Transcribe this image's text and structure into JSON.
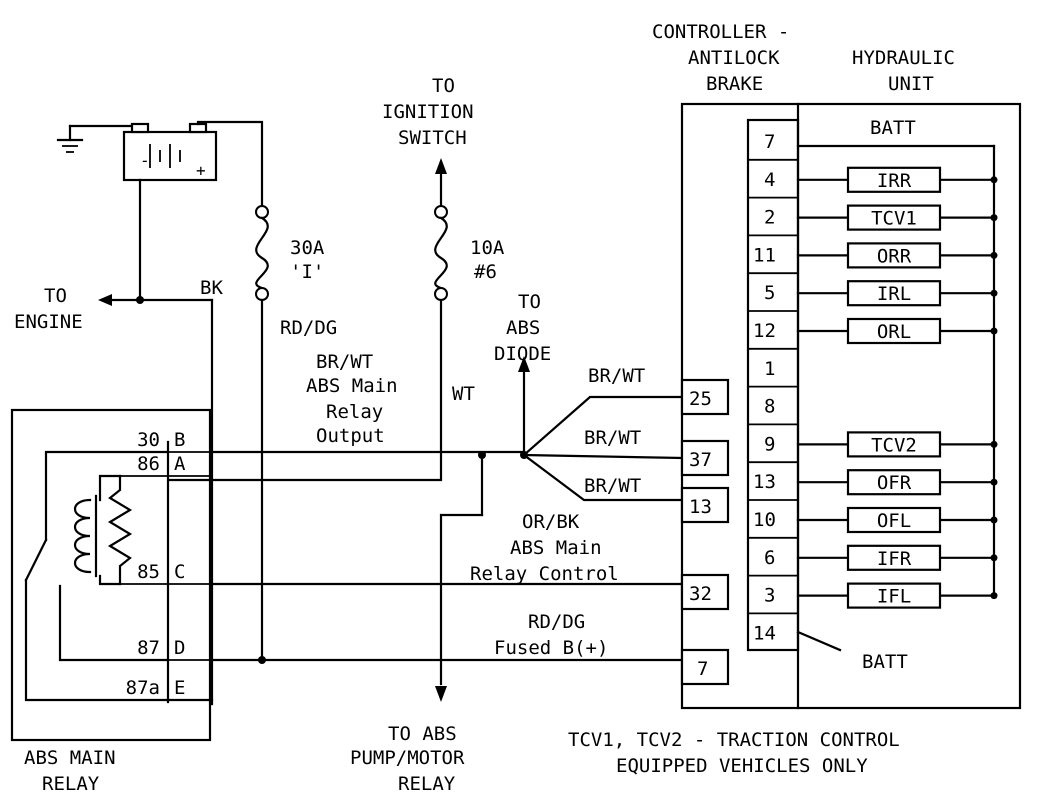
{
  "labels": {
    "controller_1": "CONTROLLER -",
    "controller_2": "ANTILOCK",
    "controller_3": "BRAKE",
    "hydraulic_1": "HYDRAULIC",
    "hydraulic_2": "UNIT",
    "batt_top": "BATT",
    "batt_bottom": "BATT",
    "to_ignition_1": "TO",
    "to_ignition_2": "IGNITION",
    "to_ignition_3": "SWITCH",
    "fuse_30a_1": "30A",
    "fuse_30a_2": "'I'",
    "fuse_10a_1": "10A",
    "fuse_10a_2": "#6",
    "to_engine_1": "TO",
    "to_engine_2": "ENGINE",
    "bk": "BK",
    "rd_dg_top": "RD/DG",
    "relay_out_1": "BR/WT",
    "relay_out_2": "ABS Main",
    "relay_out_3": "Relay",
    "relay_out_4": "Output",
    "wt": "WT",
    "to_abs_diode_1": "TO",
    "to_abs_diode_2": "ABS",
    "to_abs_diode_3": "DIODE",
    "br_wt_25": "BR/WT",
    "br_wt_37": "BR/WT",
    "br_wt_13": "BR/WT",
    "or_bk": "OR/BK",
    "relay_ctl_1": "ABS Main",
    "relay_ctl_2": "Relay Control",
    "rd_dg_bottom": "RD/DG",
    "fused_b": "Fused B(+)",
    "to_pump_1": "TO ABS",
    "to_pump_2": "PUMP/MOTOR",
    "to_pump_3": "RELAY",
    "relay_name_1": "ABS MAIN",
    "relay_name_2": "RELAY",
    "footnote_1": "TCV1, TCV2 - TRACTION CONTROL",
    "footnote_2": "EQUIPPED VEHICLES ONLY"
  },
  "relay_pins": [
    {
      "num": "30",
      "letter": "B"
    },
    {
      "num": "86",
      "letter": "A"
    },
    {
      "num": "85",
      "letter": "C"
    },
    {
      "num": "87",
      "letter": "D"
    },
    {
      "num": "87a",
      "letter": "E"
    }
  ],
  "controller_pins": [
    "25",
    "37",
    "13",
    "32",
    "7"
  ],
  "hydraulic_pins": [
    "7",
    "4",
    "2",
    "11",
    "5",
    "12",
    "1",
    "8",
    "9",
    "13",
    "10",
    "6",
    "3",
    "14"
  ],
  "valves": [
    "IRR",
    "TCV1",
    "ORR",
    "IRL",
    "ORL",
    "TCV2",
    "OFR",
    "OFL",
    "IFR",
    "IFL"
  ]
}
